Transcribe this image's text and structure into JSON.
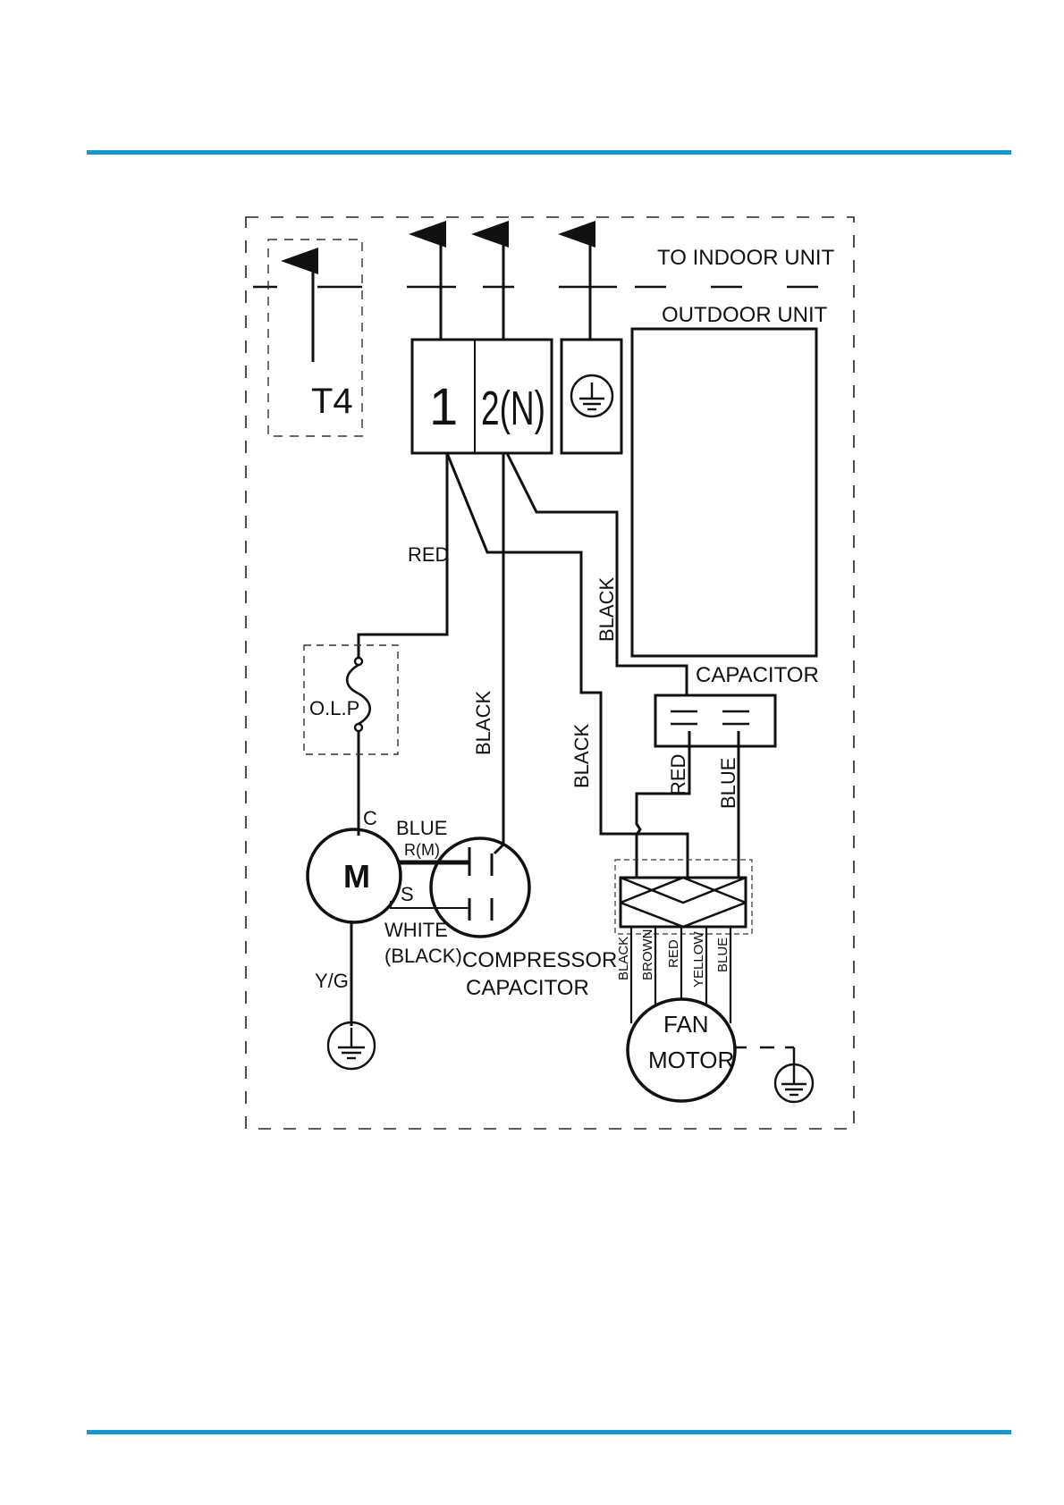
{
  "colors": {
    "rule": "#1597cf",
    "ink": "#111111"
  },
  "labels": {
    "t4": "T4",
    "to_indoor_unit": "TO INDOOR UNIT",
    "outdoor_unit": "OUTDOOR UNIT",
    "terminal_1": "1",
    "terminal_2n": "2(N)",
    "red_top": "RED",
    "black_mid": "BLACK",
    "black_upper": "BLACK",
    "black_lower": "BLACK",
    "capacitor": "CAPACITOR",
    "olp": "O.L.P",
    "c": "C",
    "blue": "BLUE",
    "rm": "R(M)",
    "s": "S",
    "white": "WHITE",
    "black_paren": "(BLACK)",
    "m": "M",
    "compressor_1": "COMPRESSOR",
    "compressor_2": "CAPACITOR",
    "yg": "Y/G",
    "cap_red": "RED",
    "cap_blue": "BLUE",
    "fan_black": "BLACK",
    "fan_brown": "BROWN",
    "fan_red": "RED",
    "fan_yellow": "YELLOW",
    "fan_blue": "BLUE",
    "fan": "FAN",
    "motor": "MOTOR"
  },
  "icons": [
    "ground-icon",
    "arrow-up-icon",
    "motor-symbol",
    "capacitor-symbol",
    "overload-protector-symbol"
  ]
}
